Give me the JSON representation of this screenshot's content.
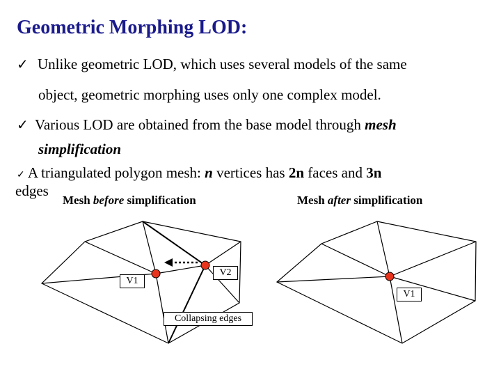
{
  "slide": {
    "title": "Geometric Morphing LOD:",
    "bullets": [
      {
        "check": "✓",
        "text": "Unlike geometric LOD, which uses several models of the same"
      },
      {
        "text": "object, geometric morphing uses only one complex model."
      },
      {
        "check": "✓",
        "text": "Various LOD are obtained from the base model through",
        "emph": "mesh"
      },
      {
        "emph": "simplification"
      }
    ],
    "bullet3": {
      "check": "✓",
      "t1": "A triangulated polygon mesh:",
      "n": "n",
      "t2": "vertices has",
      "twon": "2n",
      "t3": "faces and",
      "threen": "3n",
      "t4": "edges"
    }
  },
  "figure": {
    "before_label": {
      "a": "Mesh",
      "b": "before",
      "c": "simplification"
    },
    "after_label": {
      "a": "Mesh",
      "b": "after",
      "c": "simplification"
    },
    "v1_label": "V1",
    "v2_label": "V2",
    "v1_after_label": "V1",
    "collapse_label": "Collapsing edges",
    "vertex_color": "#e8341c"
  }
}
